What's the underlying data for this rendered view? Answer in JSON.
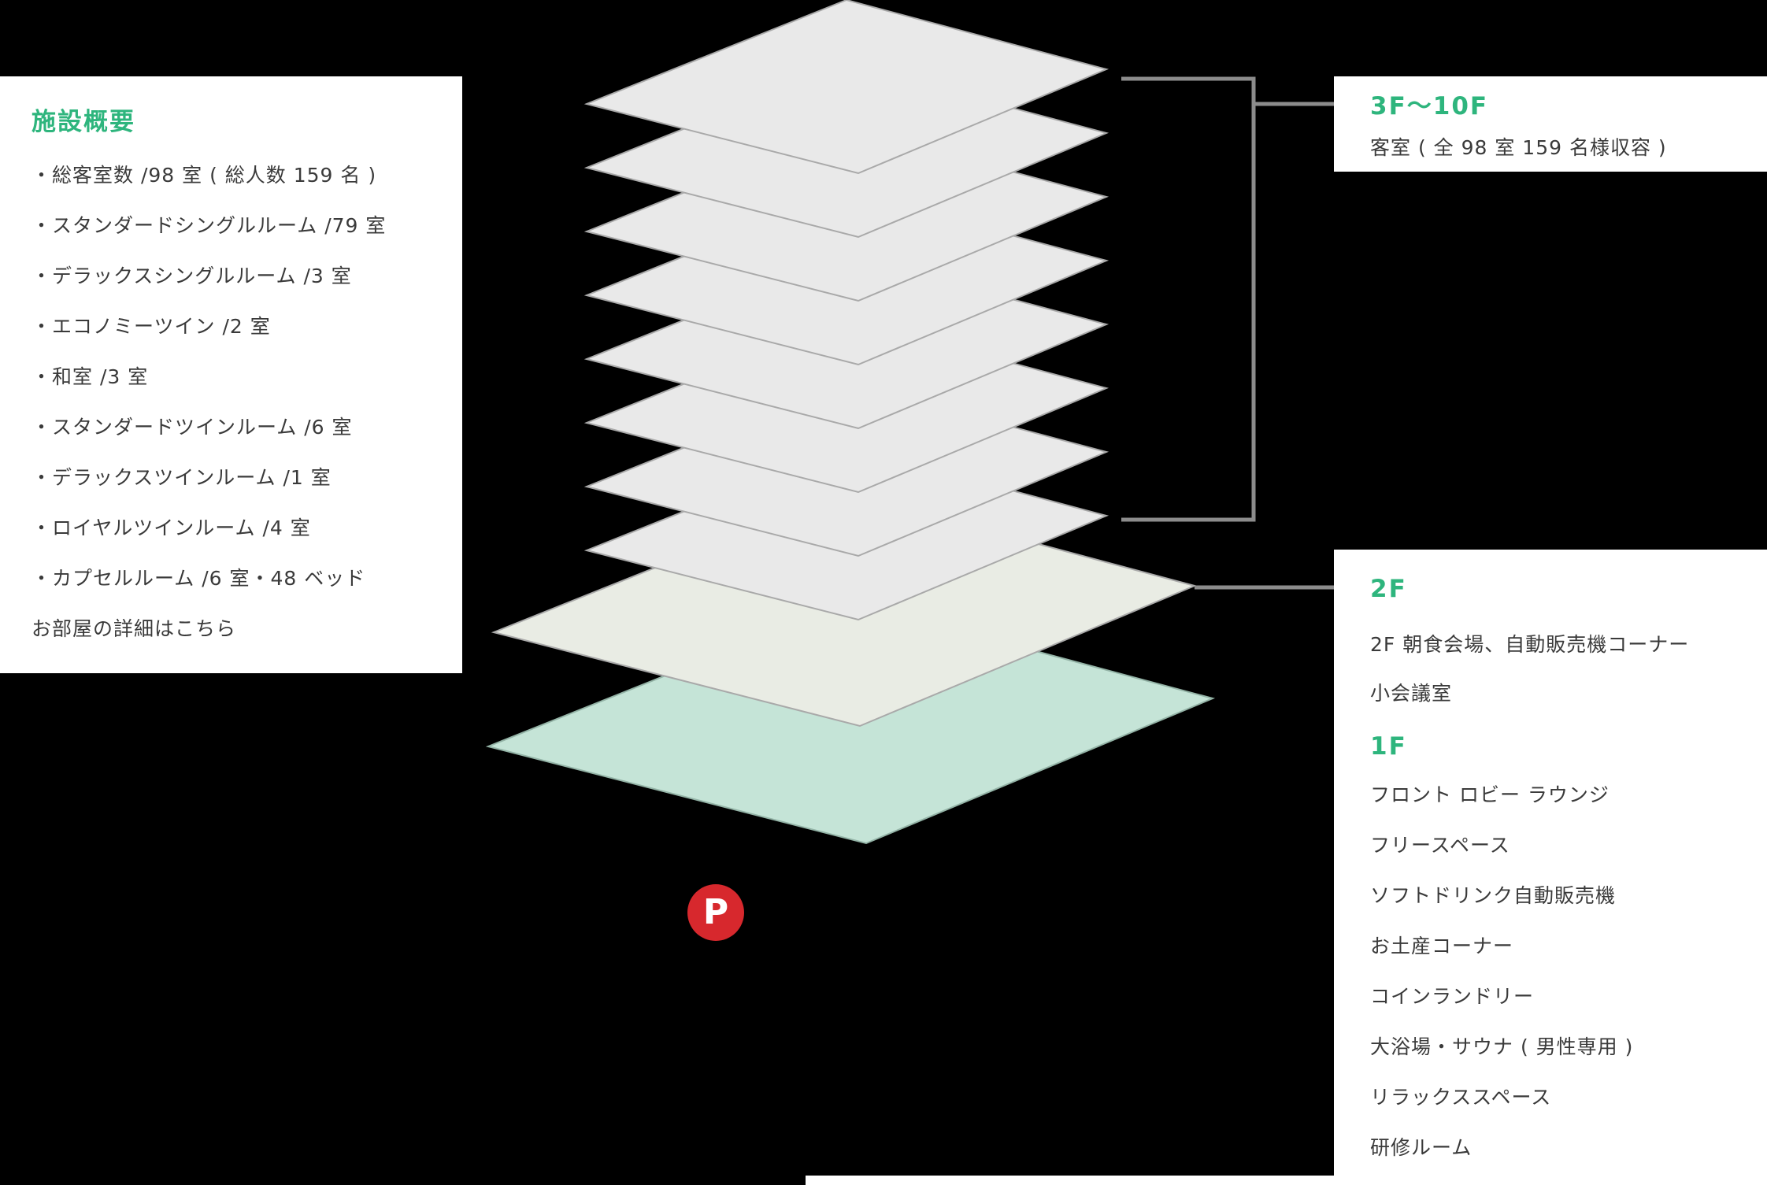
{
  "theme": {
    "background": "#000000",
    "panel_background": "#ffffff",
    "accent_green": "#2eb57d",
    "body_text": "#3a3a3a",
    "connector_gray": "#8c8c8c",
    "parking_red": "#d7282d"
  },
  "diagram": {
    "upper_floors_color": "#e9e9e9",
    "floor_2f_color": "#e9ece4",
    "floor_1f_color": "#c5e4d7"
  },
  "overview_panel": {
    "title": "施設概要",
    "items": [
      "・総客室数 /98 室 ( 総人数 159 名 )",
      "・スタンダードシングルルーム /79 室",
      "・デラックスシングルルーム /3 室",
      "・エコノミーツイン /2 室",
      "・和室 /3 室",
      "・スタンダードツインルーム /6 室",
      "・デラックスツインルーム /1 室",
      "・ロイヤルツインルーム /4 室",
      "・カプセルルーム /6 室・48 ベッド"
    ],
    "details_link": "お部屋の詳細はこちら"
  },
  "floors_upper": {
    "label": "3F〜10F",
    "description": "客室 ( 全 98 室 159 名様収容 )"
  },
  "floor_2f": {
    "label": "2F",
    "lines": [
      "2F 朝食会場、自動販売機コーナー",
      "小会議室"
    ]
  },
  "floor_1f": {
    "label": "1F",
    "items": [
      "フロント ロビー ラウンジ",
      "フリースペース",
      "ソフトドリンク自動販売機",
      "お土産コーナー",
      "コインランドリー",
      "大浴場・サウナ ( 男性専用 )",
      "リラックススペース",
      "研修ルーム"
    ]
  },
  "parking": {
    "label": "P"
  }
}
